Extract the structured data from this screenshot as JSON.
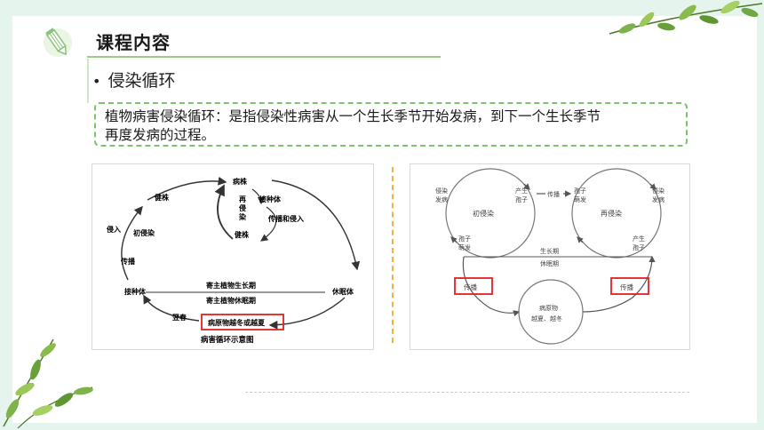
{
  "header": {
    "title": "课程内容"
  },
  "bullet": {
    "text": "侵染循环"
  },
  "definition": {
    "line1": "植物病害侵染循环：是指侵染性病害从一个生长季节开始发病，到下一个生长季节",
    "line2": "再度发病的过程。"
  },
  "diagram_left": {
    "caption": "病害循环示意图",
    "nodes": {
      "top": "病株",
      "healthy1": "健株",
      "inoculum_r": "接种体",
      "reinfect": [
        "再",
        "侵",
        "染"
      ],
      "spread_infect": "传播和侵入",
      "healthy2": "健株",
      "invade": "侵入",
      "primary": "初侵染",
      "spread": "传播",
      "inoculum_l": "接种体",
      "dormant": "休眠体",
      "host_grow": "寄主植物生长期",
      "host_dormant": "寄主植物休眠期",
      "early_spring": "翌春",
      "overwinter": "病原物越冬或越夏"
    }
  },
  "diagram_right": {
    "tl": [
      "侵染",
      "发病"
    ],
    "produce1": [
      "产生",
      "孢子"
    ],
    "spread_mid": "传播",
    "spore_germ1": [
      "孢子",
      "萌发"
    ],
    "tr": [
      "侵染",
      "发病"
    ],
    "primary": "初侵染",
    "reinfect": "再侵染",
    "spore_germ2": [
      "孢子",
      "萌发"
    ],
    "produce2": [
      "产生",
      "孢子"
    ],
    "growth": "生长期",
    "dormant": "休眠期",
    "spread_l": "传播",
    "spread_r": "传播",
    "pathogen": [
      "病原物",
      "越夏、越冬"
    ]
  },
  "colors": {
    "accent_green": "#7cc36a",
    "highlight_red": "#e02020",
    "divider_orange": "#f0b43c"
  }
}
